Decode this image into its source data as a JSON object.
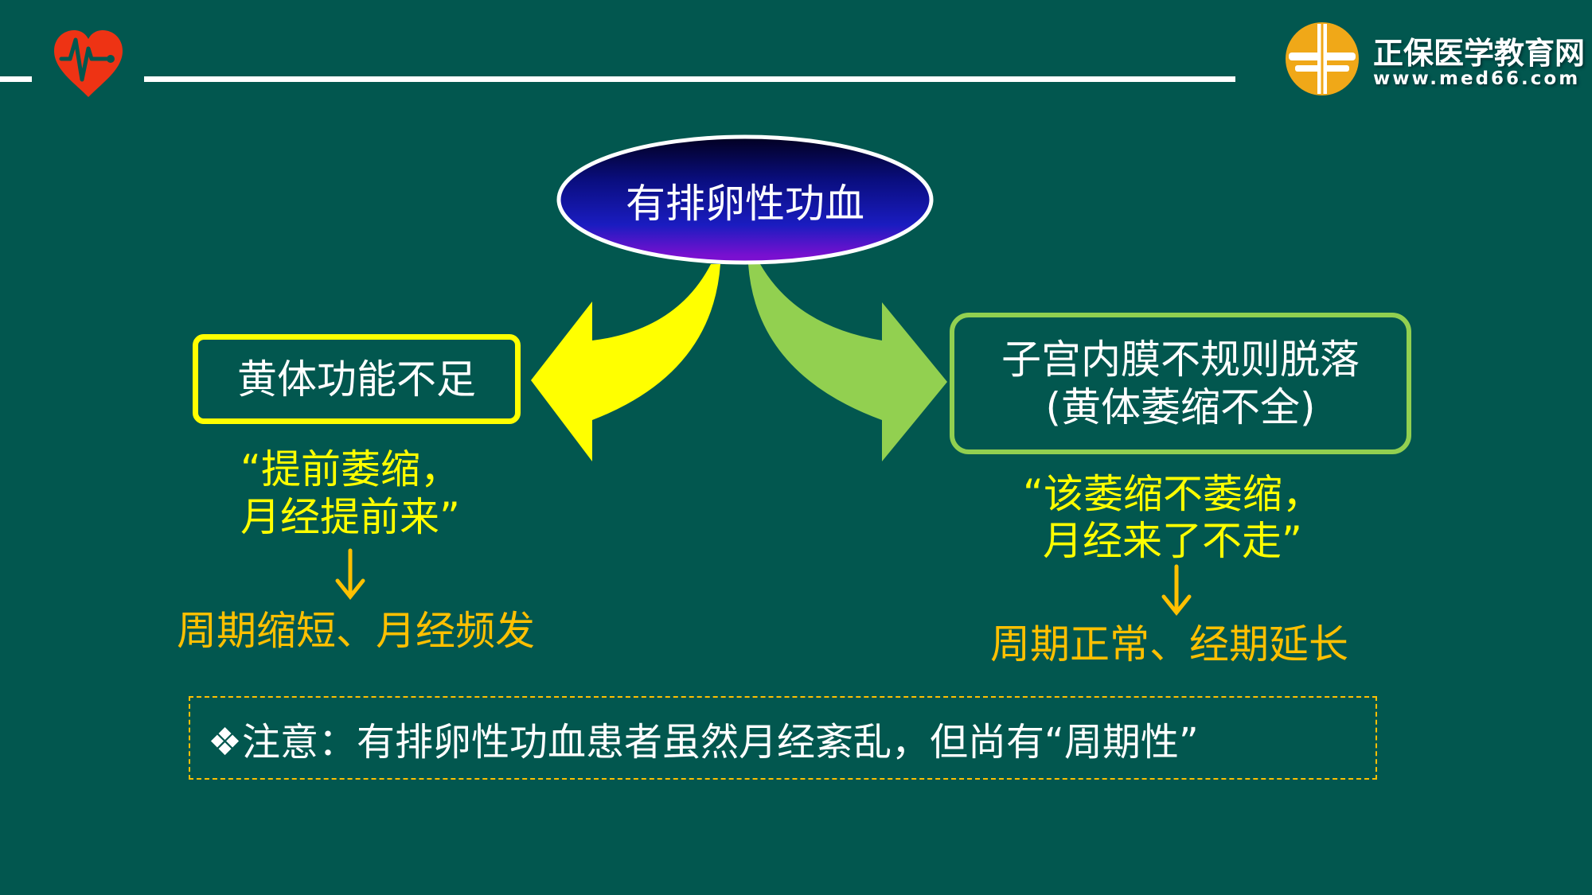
{
  "header": {
    "logo": {
      "name": "正保医学教育网",
      "url_text": "www.med66.com"
    }
  },
  "diagram": {
    "root": "有排卵性功血",
    "left": {
      "box": "黄体功能不足",
      "quote_line1": "“提前萎缩，",
      "quote_line2": "月经提前来”",
      "result": "周期缩短、月经频发"
    },
    "right": {
      "box_line1": "子宫内膜不规则脱落",
      "box_line2": "(黄体萎缩不全)",
      "quote_line1": "“该萎缩不萎缩，",
      "quote_line2": "月经来了不走”",
      "result": "周期正常、经期延长"
    },
    "note": "❖注意：有排卵性功血患者虽然月经紊乱，但尚有“周期性”"
  },
  "colors": {
    "background": "#02574f",
    "yellow": "#ffff00",
    "orange": "#ffc000",
    "green": "#92d050",
    "heart": "#ee3314"
  }
}
